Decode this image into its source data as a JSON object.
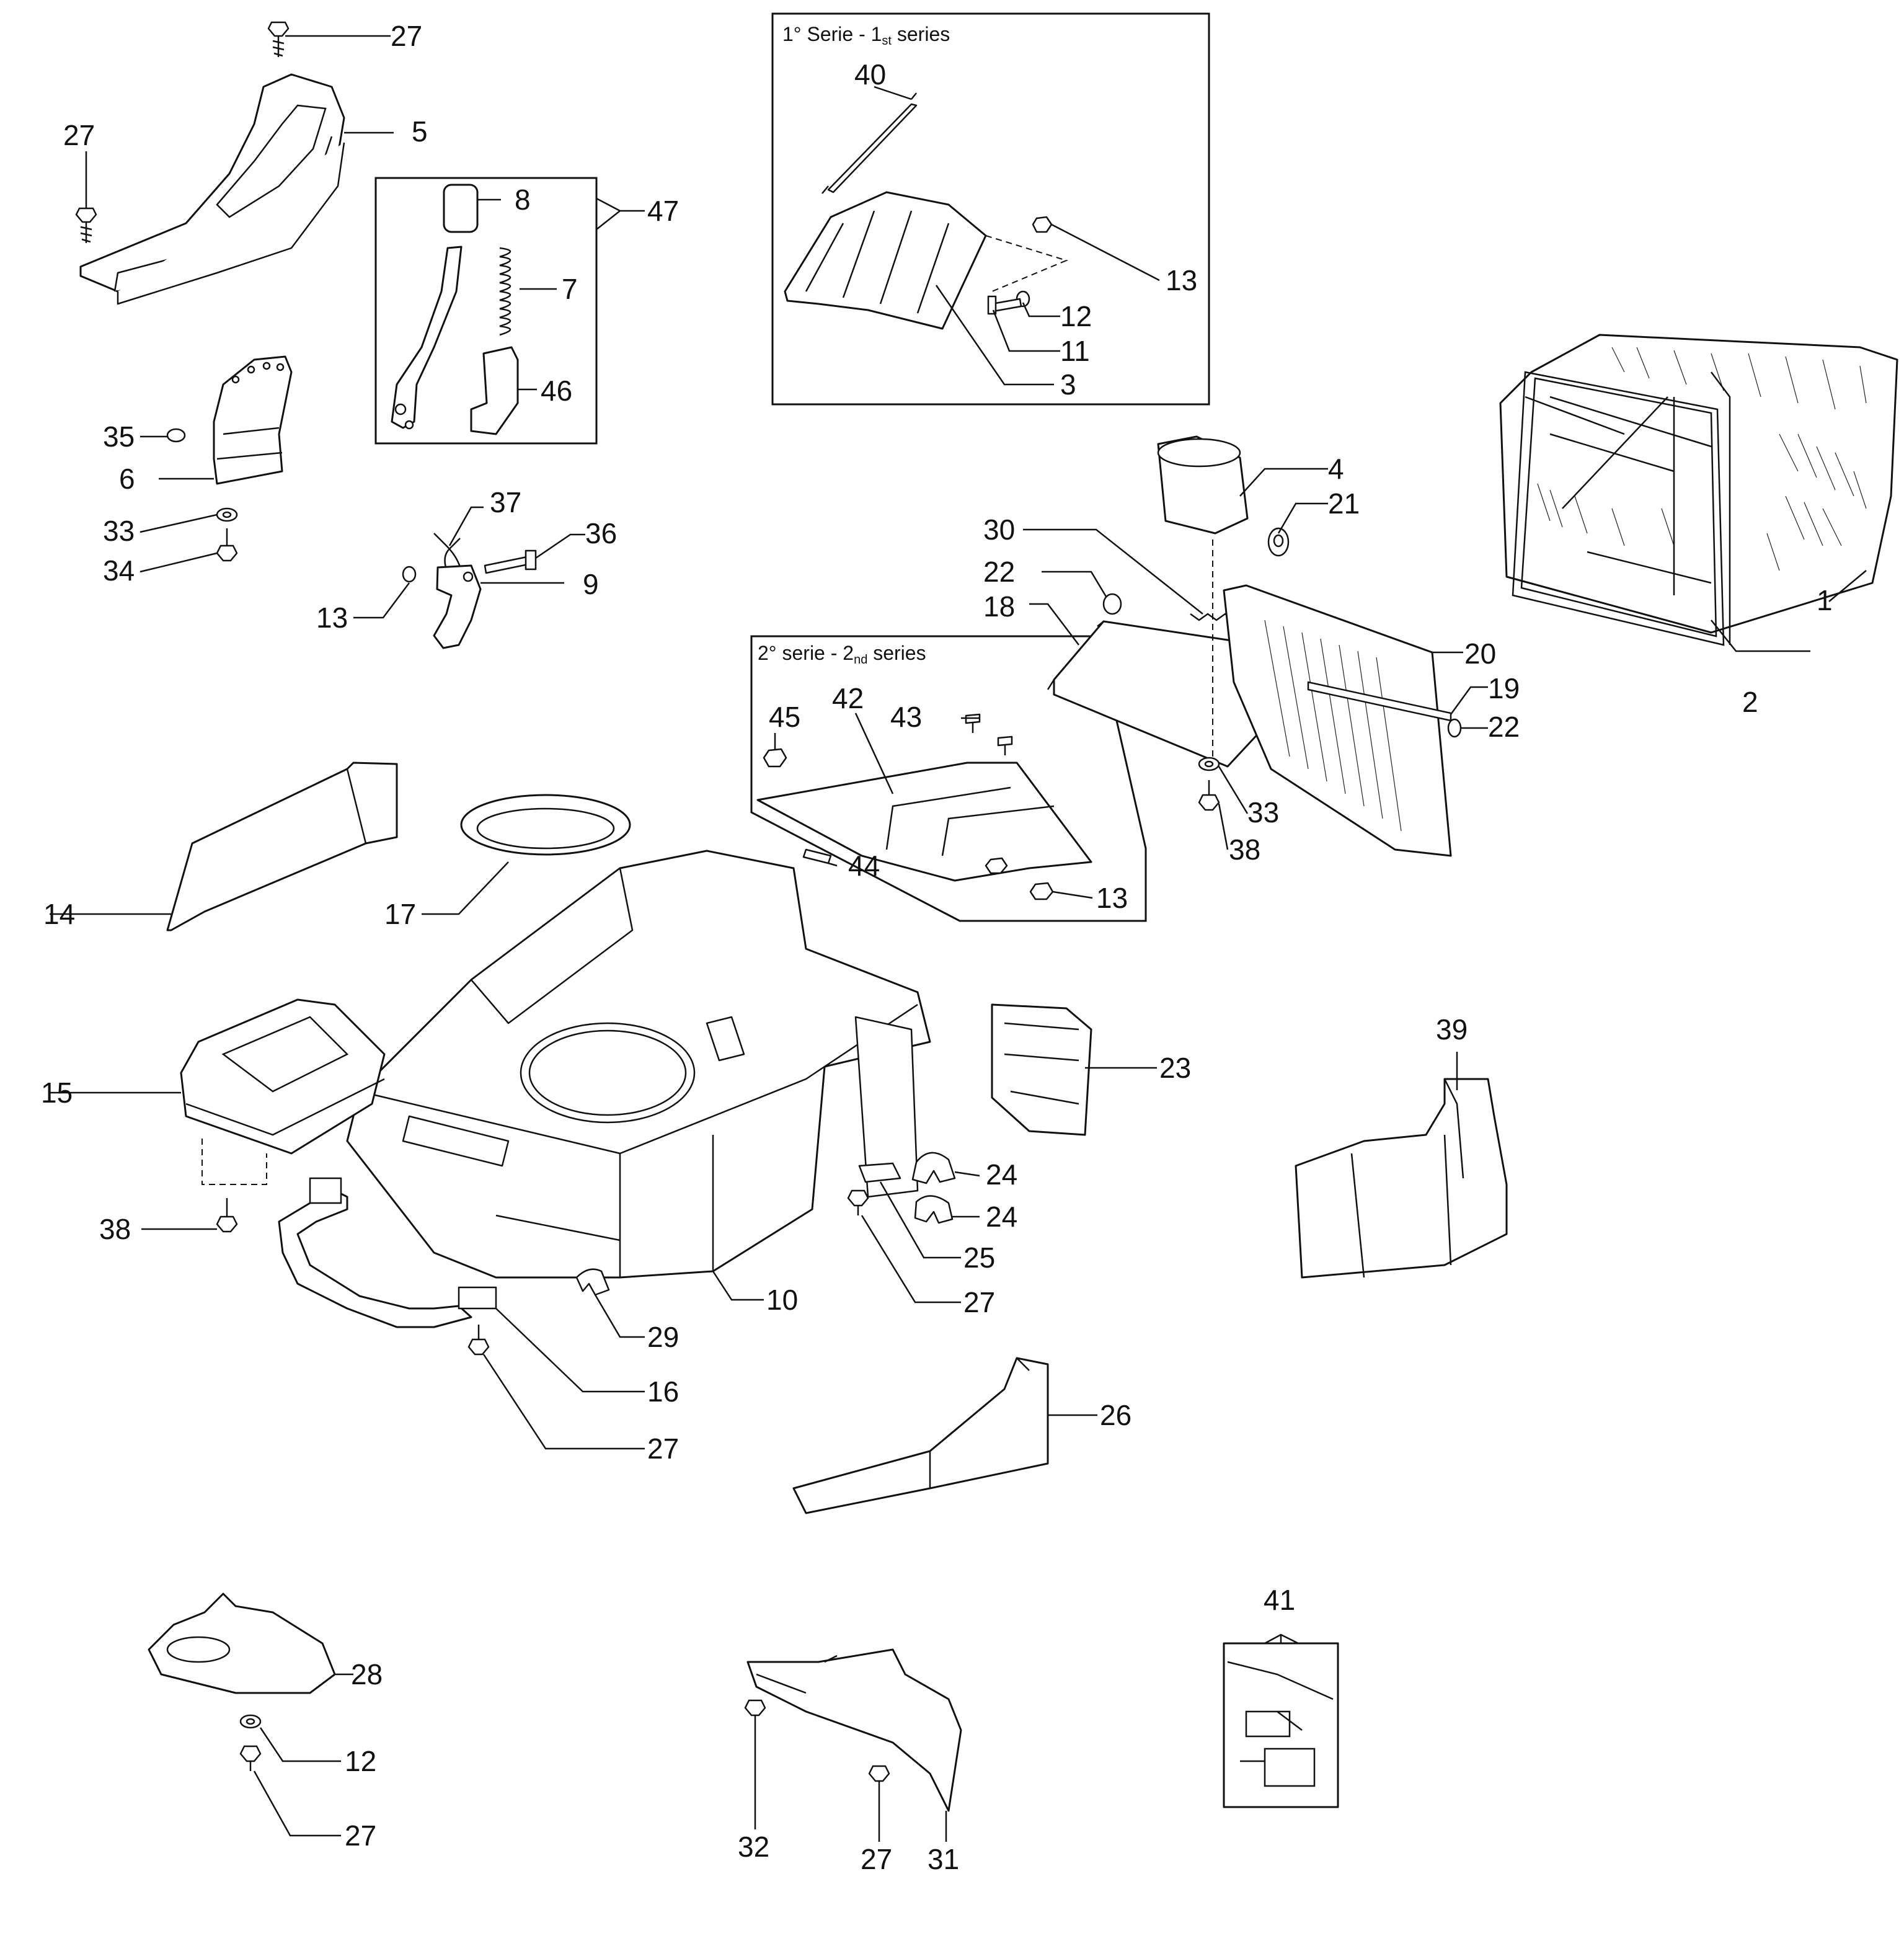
{
  "series_boxes": {
    "first": {
      "prefix": "1° Serie - 1",
      "suffix": "st",
      "rest": " series"
    },
    "second": {
      "prefix": "2° serie - 2",
      "suffix": "nd",
      "rest": " series"
    }
  },
  "callouts": {
    "c1": "1",
    "c2": "2",
    "c3": "3",
    "c4": "4",
    "c5": "5",
    "c6": "6",
    "c7": "7",
    "c8": "8",
    "c9": "9",
    "c10": "10",
    "c11": "11",
    "c12a": "12",
    "c12b": "12",
    "c13a": "13",
    "c13b": "13",
    "c13c": "13",
    "c14": "14",
    "c15": "15",
    "c16": "16",
    "c17": "17",
    "c18": "18",
    "c19": "19",
    "c20": "20",
    "c21": "21",
    "c22a": "22",
    "c22b": "22",
    "c23": "23",
    "c24a": "24",
    "c24b": "24",
    "c25": "25",
    "c26": "26",
    "c27a": "27",
    "c27b": "27",
    "c27c": "27",
    "c27d": "27",
    "c27e": "27",
    "c27f": "27",
    "c28": "28",
    "c29": "29",
    "c30": "30",
    "c31": "31",
    "c32": "32",
    "c33a": "33",
    "c33b": "33",
    "c34": "34",
    "c35": "35",
    "c36": "36",
    "c37": "37",
    "c38a": "38",
    "c38b": "38",
    "c39": "39",
    "c40": "40",
    "c41": "41",
    "c42": "42",
    "c43": "43",
    "c44": "44",
    "c45": "45",
    "c46": "46",
    "c47": "47"
  }
}
